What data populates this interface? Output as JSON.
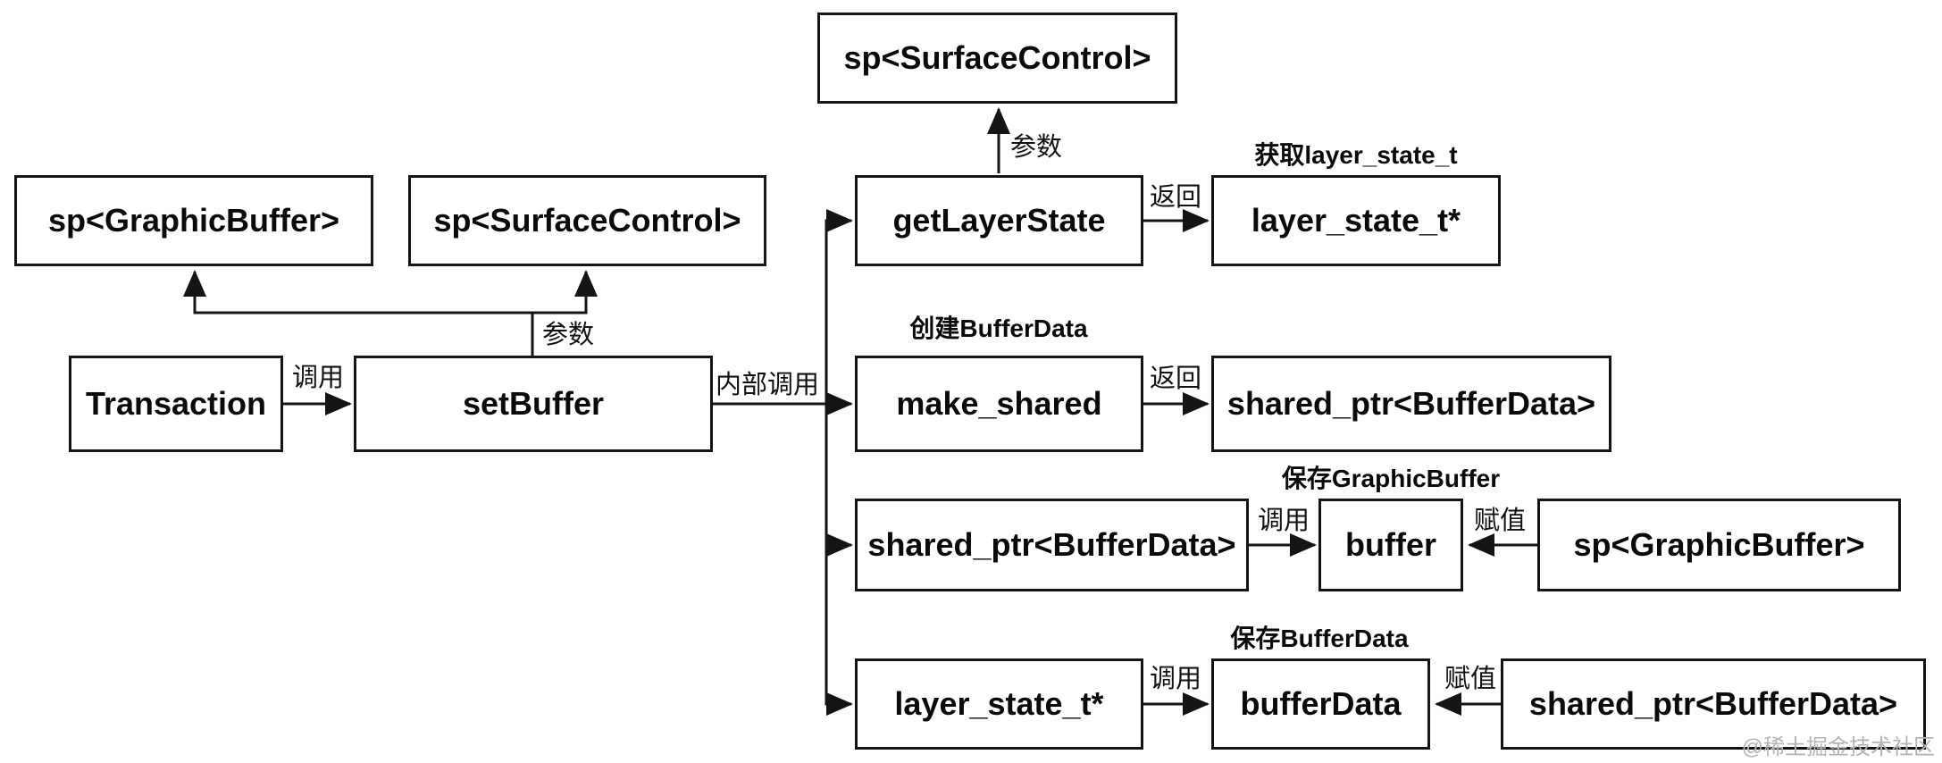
{
  "nodes": {
    "surface_control_top": "sp<SurfaceControl>",
    "graphic_buffer_param": "sp<GraphicBuffer>",
    "surface_control_param": "sp<SurfaceControl>",
    "transaction": "Transaction",
    "set_buffer": "setBuffer",
    "get_layer_state": "getLayerState",
    "layer_state_result": "layer_state_t*",
    "make_shared": "make_shared",
    "shared_ptr_result": "shared_ptr<BufferData>",
    "shared_ptr_row3": "shared_ptr<BufferData>",
    "buffer_member": "buffer",
    "graphic_buffer_value": "sp<GraphicBuffer>",
    "layer_state_row4": "layer_state_t*",
    "buffer_data_member": "bufferData",
    "shared_ptr_value": "shared_ptr<BufferData>"
  },
  "edge_labels": {
    "call_transaction": "调用",
    "internal_call": "内部调用",
    "param_setbuffer": "参数",
    "param_getlayerstate": "参数",
    "return_row1": "返回",
    "return_row2": "返回",
    "call_row3": "调用",
    "assign_row3": "赋值",
    "call_row4": "调用",
    "assign_row4": "赋值"
  },
  "annotations": {
    "get_layer_state_t": "获取layer_state_t",
    "create_buffer_data": "创建BufferData",
    "save_graphic_buffer": "保存GraphicBuffer",
    "save_buffer_data": "保存BufferData"
  },
  "watermark": "@稀土掘金技术社区"
}
